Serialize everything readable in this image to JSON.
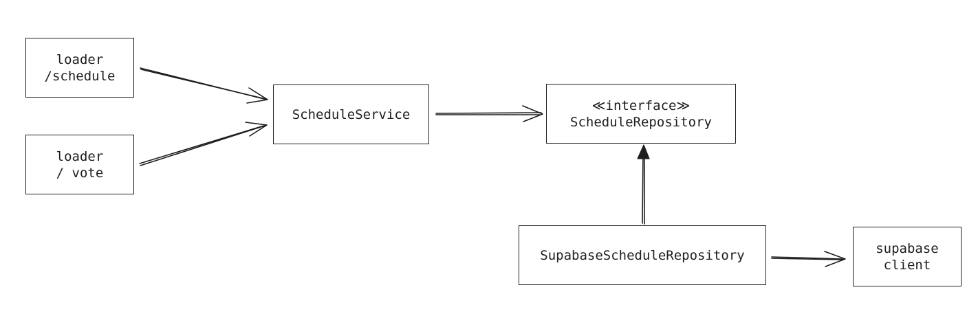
{
  "nodes": {
    "loader_schedule": {
      "lines": [
        "loader",
        "/schedule"
      ]
    },
    "loader_vote": {
      "lines": [
        "loader",
        "/ vote"
      ]
    },
    "schedule_service": {
      "lines": [
        "ScheduleService"
      ]
    },
    "schedule_repository": {
      "lines": [
        "≪interface≫",
        "ScheduleRepository"
      ]
    },
    "supabase_schedule_repository": {
      "lines": [
        "SupabaseScheduleRepository"
      ]
    },
    "supabase_client": {
      "lines": [
        "supabase",
        "client"
      ]
    }
  },
  "edges": [
    {
      "from": "loader_schedule",
      "to": "schedule_service",
      "head": "open"
    },
    {
      "from": "loader_vote",
      "to": "schedule_service",
      "head": "open"
    },
    {
      "from": "schedule_service",
      "to": "schedule_repository",
      "head": "open"
    },
    {
      "from": "supabase_schedule_repository",
      "to": "schedule_repository",
      "head": "filled"
    },
    {
      "from": "supabase_schedule_repository",
      "to": "supabase_client",
      "head": "open"
    }
  ],
  "colors": {
    "stroke": "#1e1e1e",
    "background": "#ffffff"
  }
}
